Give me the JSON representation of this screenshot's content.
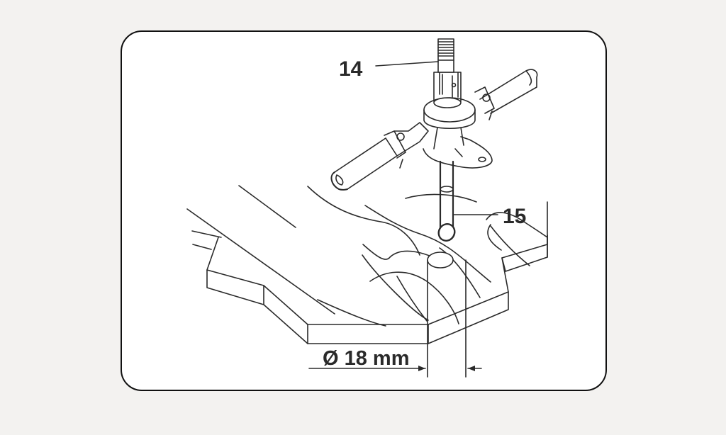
{
  "figure": {
    "labels": {
      "part_14": "14",
      "part_15": "15",
      "dimension": "Ø 18 mm"
    },
    "colors": {
      "page_background": "#f3f2f0",
      "frame_background": "#ffffff",
      "frame_border": "#111111",
      "line_art": "#2a2a2a"
    }
  }
}
